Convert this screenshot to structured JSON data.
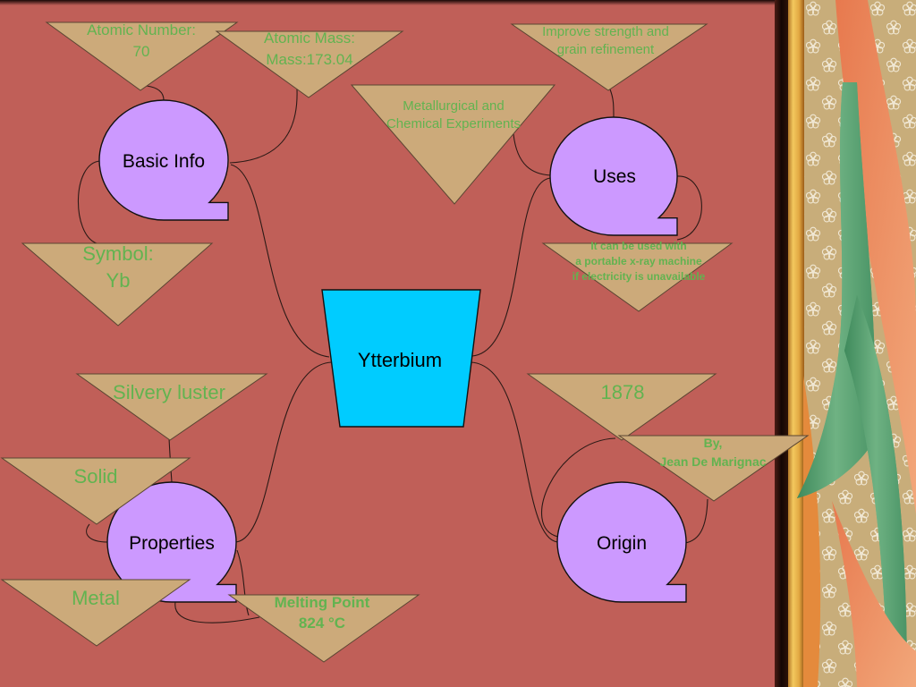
{
  "colors": {
    "slide_background": "#C05F58",
    "center_fill": "#00CCFF",
    "topic_fill": "#CC99FF",
    "leaf_fill": "#CCAA7A",
    "leaf_text": "#62B350",
    "label_text": "#000000",
    "connector": "#2B1A16"
  },
  "center": {
    "label": "Ytterbium"
  },
  "topics": {
    "basic_info": {
      "label": "Basic Info",
      "leaves": [
        {
          "lines": [
            "Atomic Number:",
            "70"
          ]
        },
        {
          "lines": [
            "Atomic Mass:",
            "Mass:173.04"
          ]
        },
        {
          "lines": [
            "Symbol:",
            "Yb"
          ]
        }
      ]
    },
    "uses": {
      "label": "Uses",
      "leaves": [
        {
          "lines": [
            "Improve strength and",
            "grain refinement"
          ]
        },
        {
          "lines": [
            "Metallurgical and",
            "Chemical Experiments"
          ]
        },
        {
          "lines": [
            "It can be used with",
            "a portable x-ray machine",
            "if electricity is unavailable"
          ]
        }
      ]
    },
    "properties": {
      "label": "Properties",
      "leaves": [
        {
          "lines": [
            "Silvery luster"
          ]
        },
        {
          "lines": [
            "Solid"
          ]
        },
        {
          "lines": [
            "Metal"
          ]
        },
        {
          "lines": [
            "Melting Point",
            "824 °C"
          ]
        }
      ]
    },
    "origin": {
      "label": "Origin",
      "leaves": [
        {
          "lines": [
            "1878"
          ]
        },
        {
          "lines": [
            "By,",
            "Jean De Marignac"
          ]
        }
      ]
    }
  }
}
